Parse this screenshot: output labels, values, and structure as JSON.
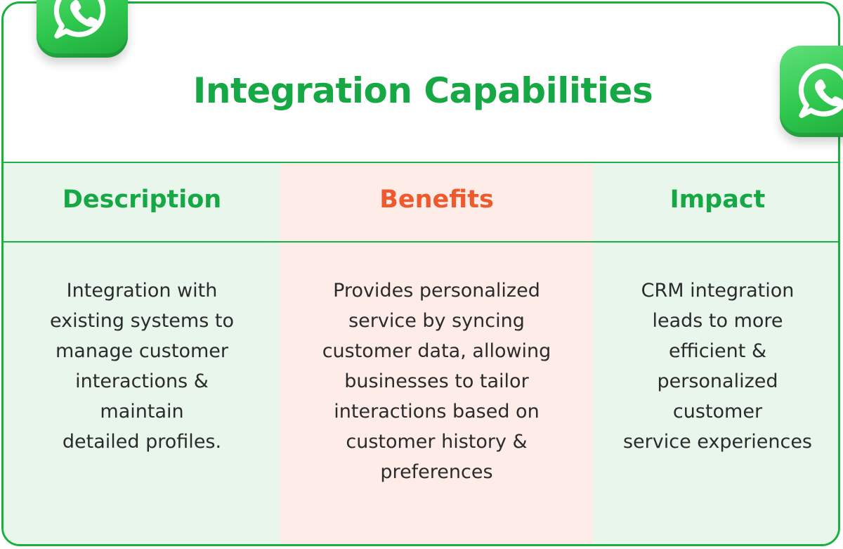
{
  "title": "Integration Capabilities",
  "columns": [
    {
      "header": "Description",
      "text": "Integration with\nexisting systems to\nmanage customer\ninteractions &\nmaintain\ndetailed profiles."
    },
    {
      "header": "Benefits",
      "text": "Provides personalized\nservice by syncing\ncustomer data, allowing\nbusinesses to tailor\ninteractions based on\ncustomer history &\npreferences"
    },
    {
      "header": "Impact",
      "text": "CRM integration\nleads to more\nefficient &\npersonalized\ncustomer\nservice experiences"
    }
  ],
  "colors": {
    "green": "#16a844",
    "orange": "#ee5a2e",
    "mint_bg": "#e8f6ec",
    "peach_bg": "#fdece7"
  },
  "icons": [
    "whatsapp-icon",
    "whatsapp-icon"
  ]
}
